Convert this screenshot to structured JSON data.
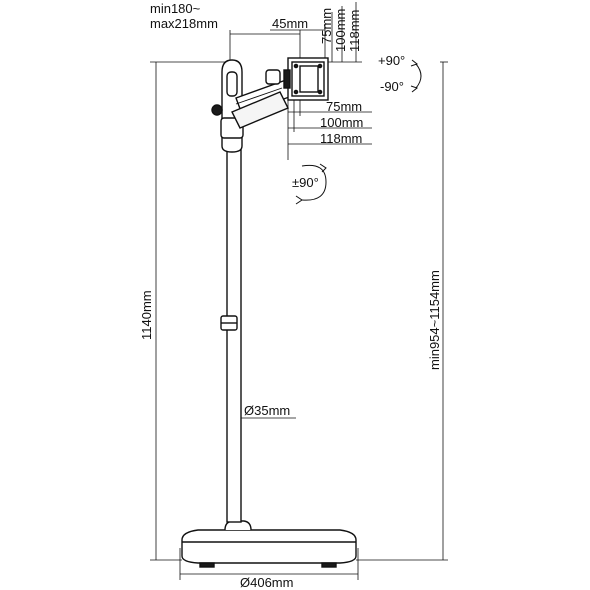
{
  "labels": {
    "arm_extension_min": "min180~",
    "arm_extension_max": "max218mm",
    "arm_depth": "45mm",
    "vesa_v1": "75mm",
    "vesa_v2": "100mm",
    "vesa_v3": "118mm",
    "vesa_h1": "75mm",
    "vesa_h2": "100mm",
    "vesa_h3": "118mm",
    "tilt_up": "+90°",
    "tilt_down": "-90°",
    "rotation": "±90°",
    "total_height": "1140mm",
    "adjustable_height": "min954~1154mm",
    "pole_diameter": "Ø35mm",
    "base_diameter": "Ø406mm"
  },
  "colors": {
    "line": "#111111",
    "fill_light": "#ffffff",
    "fill_dark": "#1a1a1a"
  }
}
